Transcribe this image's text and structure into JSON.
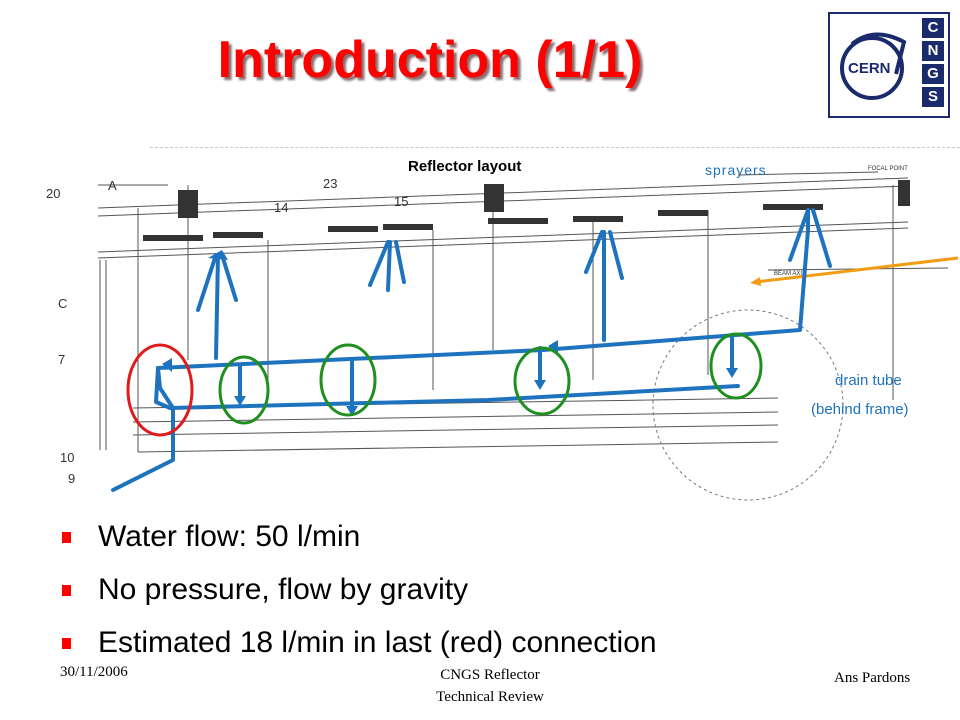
{
  "slide": {
    "title": "Introduction (1/1)",
    "logo": {
      "letters": [
        "C",
        "N",
        "G",
        "S"
      ],
      "wordmark": "CERN"
    },
    "diagram": {
      "title": "Reflector layout",
      "sprayers_label": "sprayers",
      "drain_label_line1": "drain tube",
      "drain_label_line2": "(behind frame)",
      "drawing_numbers": [
        "20",
        "A",
        "14",
        "23",
        "15",
        "C",
        "7",
        "10",
        "9"
      ],
      "beam_label": "BEAM AXIS",
      "focal_label": "FOCAL POINT",
      "colors": {
        "pipe": "#1e73be",
        "beam": "#f39c12",
        "ok_connection": "#1f8f1f",
        "critical_connection": "#e01b1b"
      }
    },
    "bullets": [
      "Water flow: 50 l/min",
      "No pressure, flow by gravity",
      "Estimated 18 l/min in last (red) connection"
    ],
    "footer": {
      "date": "30/11/2006",
      "center_line1": "CNGS Reflector",
      "center_line2": "Technical Review",
      "author": "Ans Pardons"
    }
  }
}
